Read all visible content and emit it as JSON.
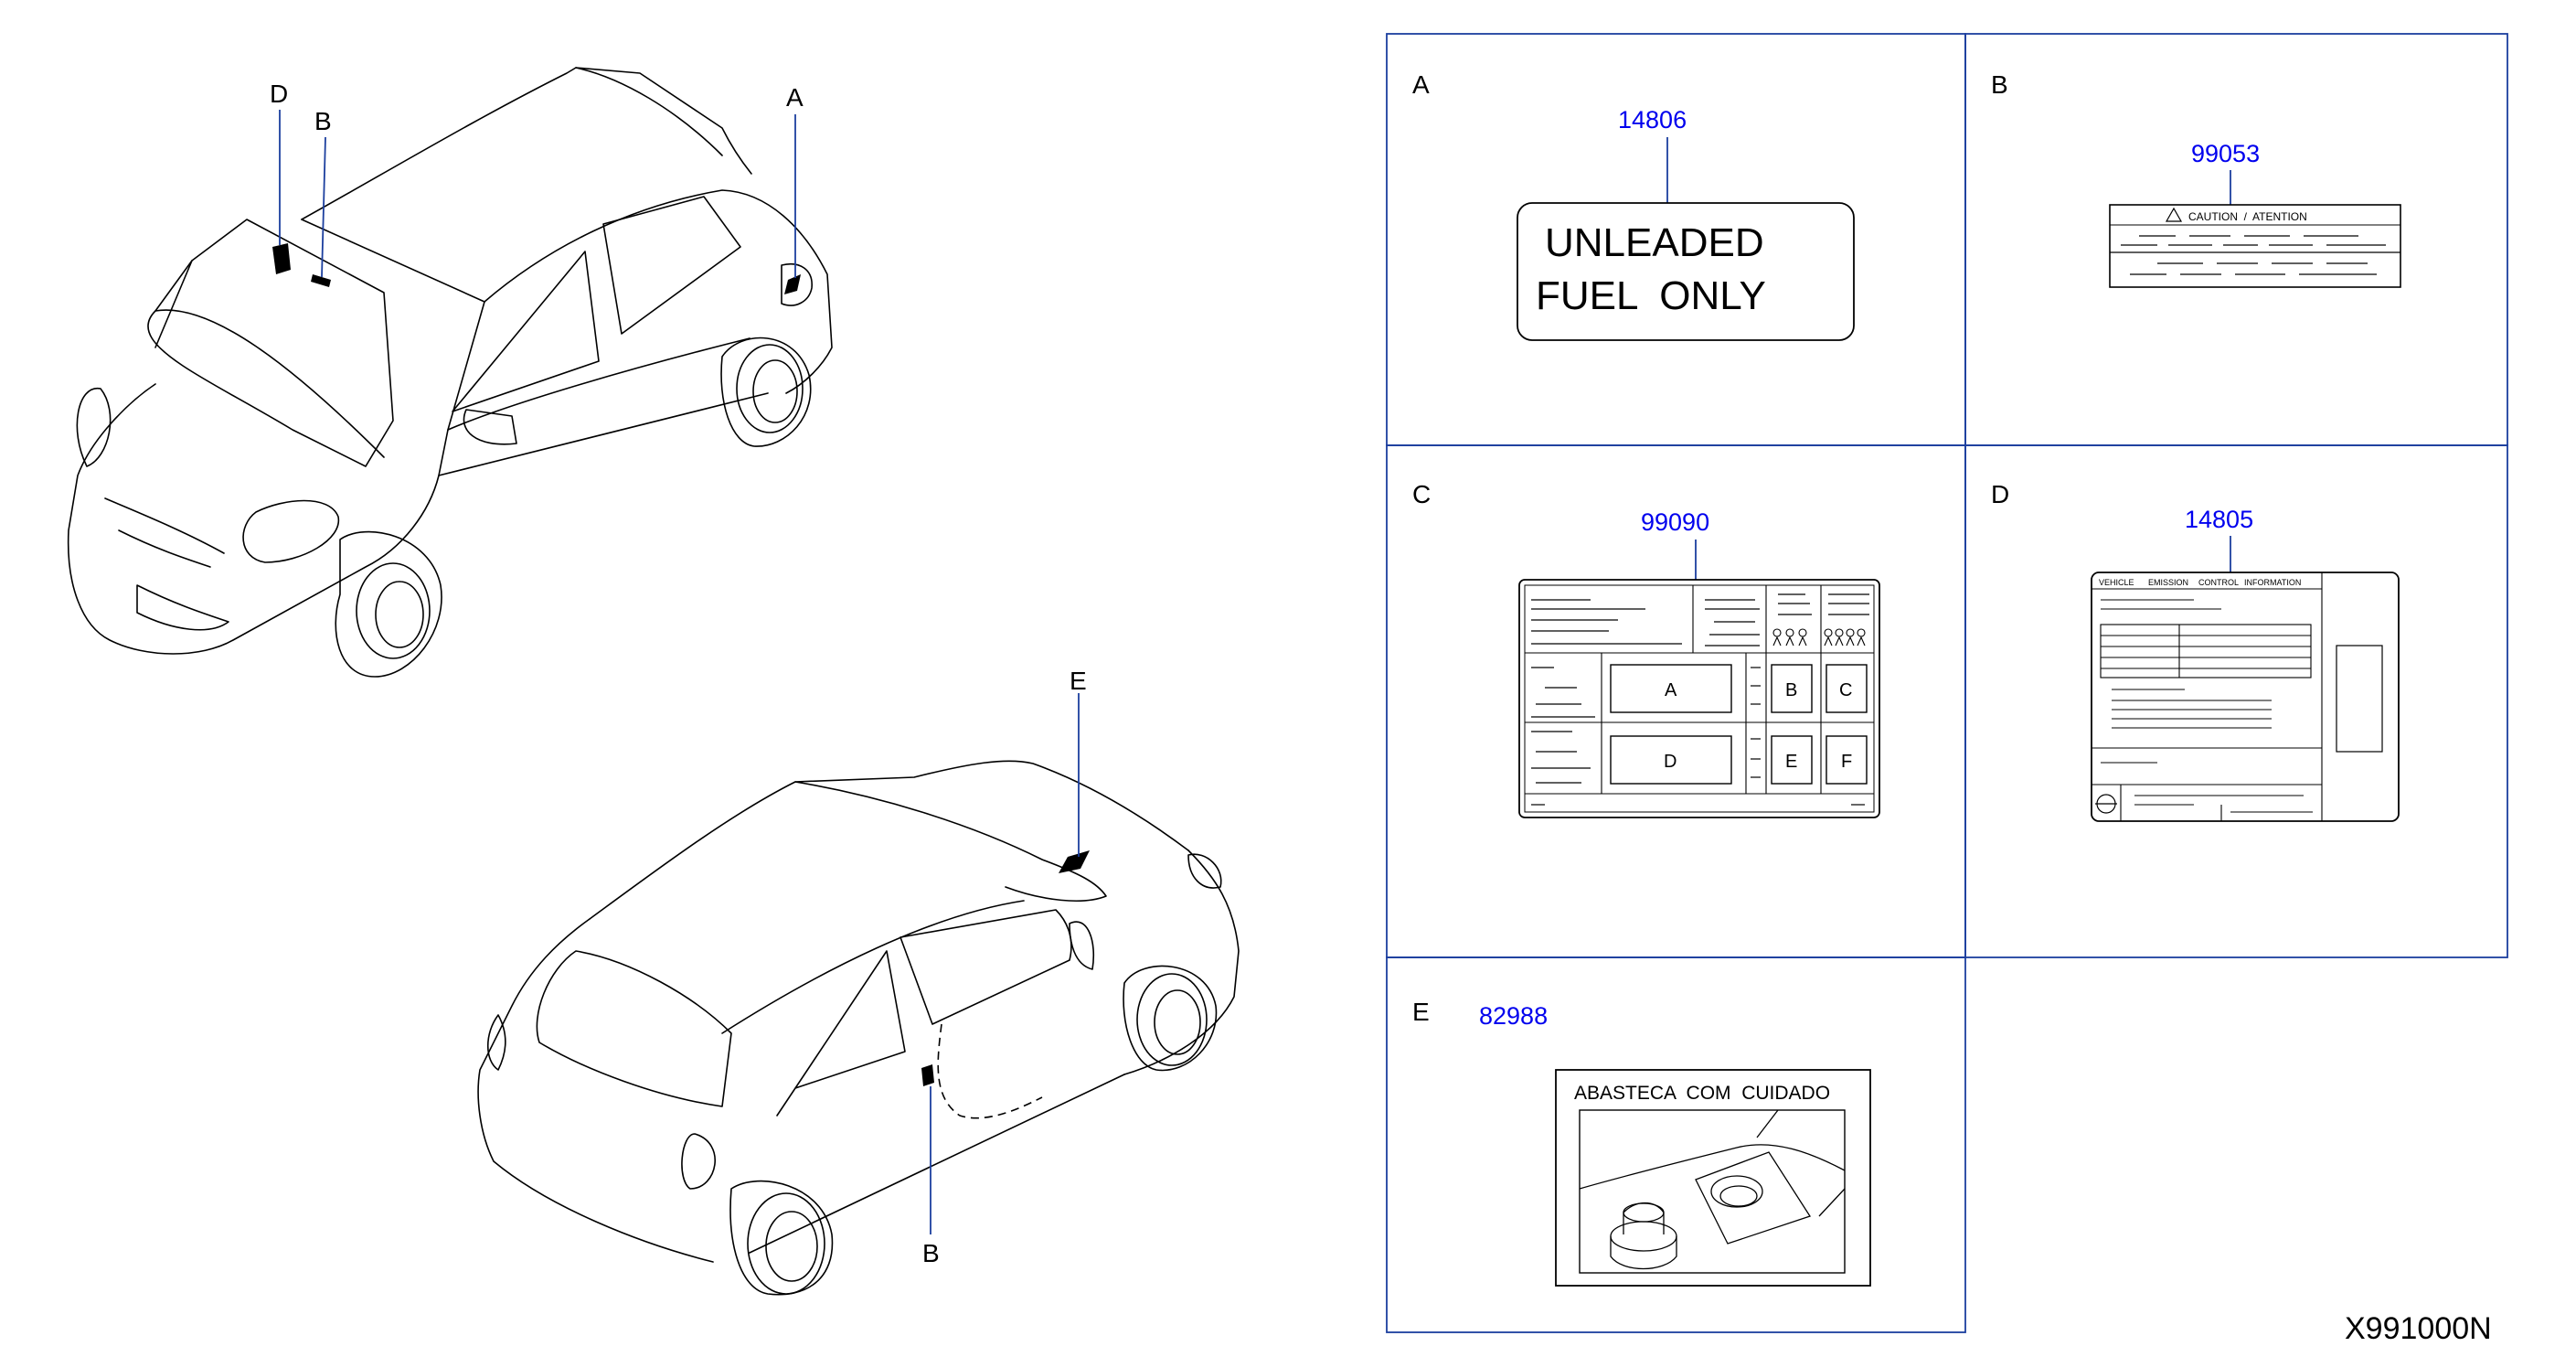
{
  "diagram_id": "X991000N",
  "front_car_callouts": [
    "D",
    "B",
    "A"
  ],
  "rear_car_callouts": [
    "E",
    "B"
  ],
  "panels": [
    {
      "letter": "A",
      "part_number": "14806",
      "label_lines": [
        "UNLEADED",
        "FUEL  ONLY"
      ]
    },
    {
      "letter": "B",
      "part_number": "99053",
      "label_header": "CAUTION  /  ATENTION"
    },
    {
      "letter": "C",
      "part_number": "99090",
      "cells": [
        "A",
        "B",
        "C",
        "D",
        "E",
        "F"
      ]
    },
    {
      "letter": "D",
      "part_number": "14805",
      "label_header": [
        "VEHICLE",
        "EMISSION",
        "CONTROL",
        "INFORMATION"
      ]
    },
    {
      "letter": "E",
      "part_number": "82988",
      "label_header": "ABASTECA  COM  CUIDADO"
    }
  ]
}
